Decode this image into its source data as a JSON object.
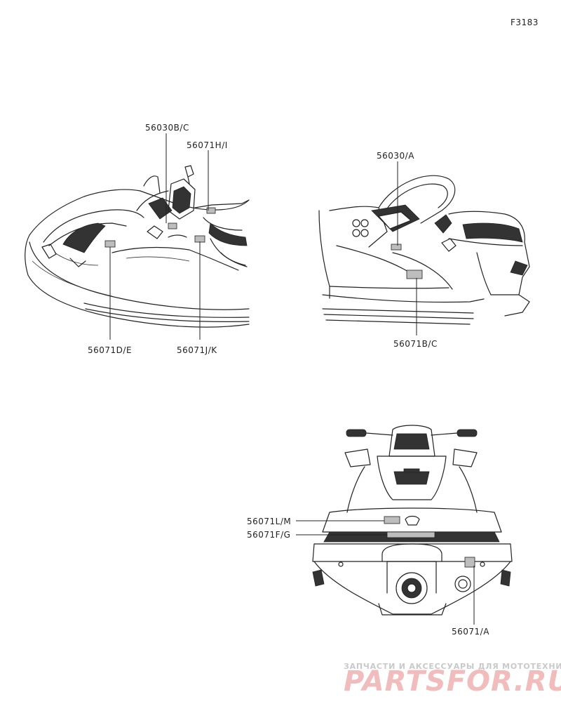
{
  "figure_code": "F3183",
  "views": {
    "left_side": {
      "callouts": [
        {
          "id": "c1",
          "text": "56030B/C"
        },
        {
          "id": "c2",
          "text": "56071H/I"
        },
        {
          "id": "c3",
          "text": "56071D/E"
        },
        {
          "id": "c4",
          "text": "56071J/K"
        }
      ]
    },
    "right_side": {
      "callouts": [
        {
          "id": "c5",
          "text": "56030/A"
        },
        {
          "id": "c6",
          "text": "56071B/C"
        }
      ]
    },
    "rear": {
      "callouts": [
        {
          "id": "c7",
          "text": "56071L/M"
        },
        {
          "id": "c8",
          "text": "56071F/G"
        },
        {
          "id": "c9",
          "text": "56071/A"
        }
      ]
    }
  },
  "watermark": {
    "line1": "ЗАПЧАСТИ И АКСЕССУАРЫ ДЛЯ МОТОТЕХНИКИ",
    "line2": "PARTSFOR.RU",
    "color": "#e8a0a0"
  }
}
